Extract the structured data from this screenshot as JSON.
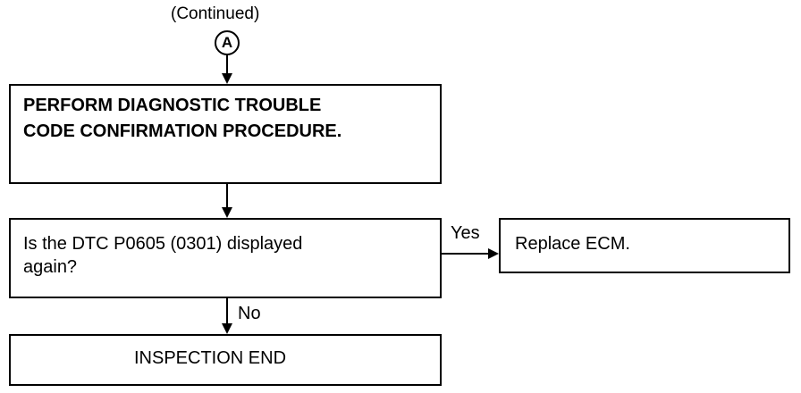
{
  "header": {
    "continued_label": "(Continued)",
    "connector_label": "A"
  },
  "steps": {
    "perform_line1": "PERFORM DIAGNOSTIC TROUBLE",
    "perform_line2": "CODE CONFIRMATION PROCEDURE.",
    "question_line1": "Is the DTC P0605 (0301) displayed",
    "question_line2": "again?",
    "replace_ecm": "Replace ECM.",
    "inspection_end": "INSPECTION END"
  },
  "branches": {
    "yes": "Yes",
    "no": "No"
  }
}
